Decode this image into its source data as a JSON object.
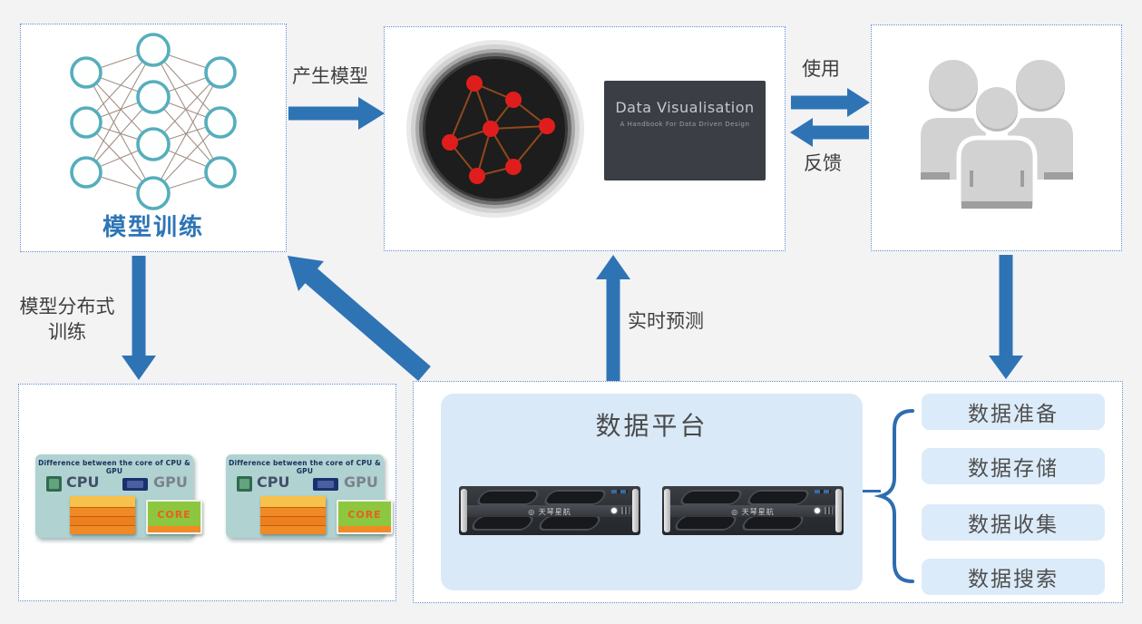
{
  "diagram": {
    "model_training": {
      "title": "模型训练"
    },
    "arrows": {
      "produce_model": "产生模型",
      "use": "使用",
      "feedback": "反馈",
      "distributed_training": "模型分布式训练",
      "realtime_prediction": "实时预测"
    },
    "serving": {
      "datavis_title": "Data Visualisation",
      "datavis_subtitle": "A Handbook For Data Driven Design"
    },
    "gpu_card": {
      "title": "Difference between the core of CPU & GPU",
      "cpu_label": "CPU",
      "gpu_label": "GPU",
      "core_label": "CORE"
    },
    "data_platform": {
      "title": "数据平台",
      "server_logo": "◎ 天琴星航"
    },
    "data_services": [
      "数据准备",
      "数据存储",
      "数据收集",
      "数据搜索"
    ]
  },
  "icons": {
    "neural_network": "node-graph of teal circles",
    "model_graph": "red node network in dark circle",
    "users": "three person silhouettes",
    "server": "rack server front panel"
  },
  "colors": {
    "accent_arrow_blue": "#2e74b5",
    "title_blue": "#2e75b6",
    "panel_light_blue": "#d9e9f8",
    "pill_light_blue": "#dcebf9",
    "background": "#f3f3f4",
    "label_gray": "#3f3f3f"
  }
}
